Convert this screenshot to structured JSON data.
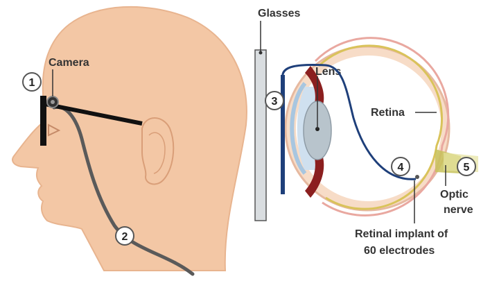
{
  "labels": {
    "camera": "Camera",
    "glasses": "Glasses",
    "lens": "Lens",
    "retina": "Retina",
    "optic_nerve_line1": "Optic",
    "optic_nerve_line2": "nerve",
    "implant_line1": "Retinal implant of",
    "implant_line2": "60 electrodes"
  },
  "markers": [
    "1",
    "2",
    "3",
    "4",
    "5"
  ],
  "colors": {
    "skin": "#f3c7a5",
    "skin_outline": "#e8b48f",
    "cable": "#555555",
    "glasses_frame": "#111111",
    "wire_blue": "#1e3f7a",
    "iris": "#8b1f1f",
    "lens": "#b8c4cc",
    "sclera": "#f7dcc7",
    "retina_line": "#d9c35a",
    "optic_nerve": "#c7c25a",
    "glasses_plate": "#d9dde0"
  }
}
